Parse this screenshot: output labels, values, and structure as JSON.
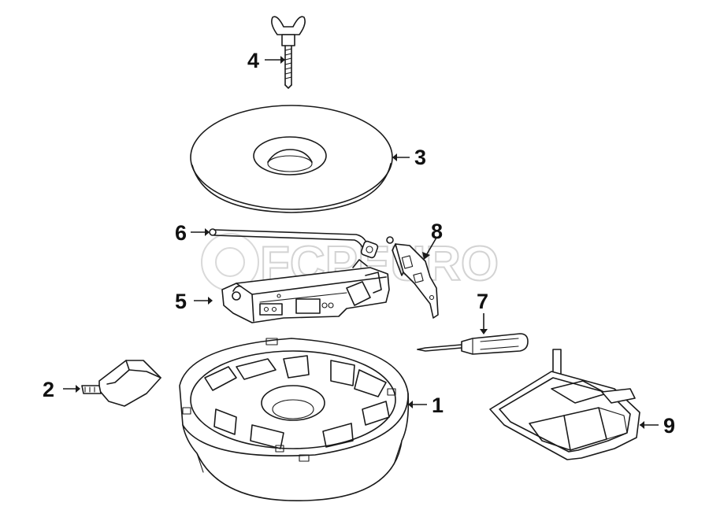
{
  "watermark": {
    "text": "FCPEURO"
  },
  "callouts": [
    {
      "id": "1",
      "label": "1"
    },
    {
      "id": "2",
      "label": "2"
    },
    {
      "id": "3",
      "label": "3"
    },
    {
      "id": "4",
      "label": "4"
    },
    {
      "id": "5",
      "label": "5"
    },
    {
      "id": "6",
      "label": "6"
    },
    {
      "id": "7",
      "label": "7"
    },
    {
      "id": "8",
      "label": "8"
    },
    {
      "id": "9",
      "label": "9"
    }
  ],
  "colors": {
    "line": "#1a1a1a",
    "background": "#ffffff",
    "watermark": "#c9c9c9"
  }
}
